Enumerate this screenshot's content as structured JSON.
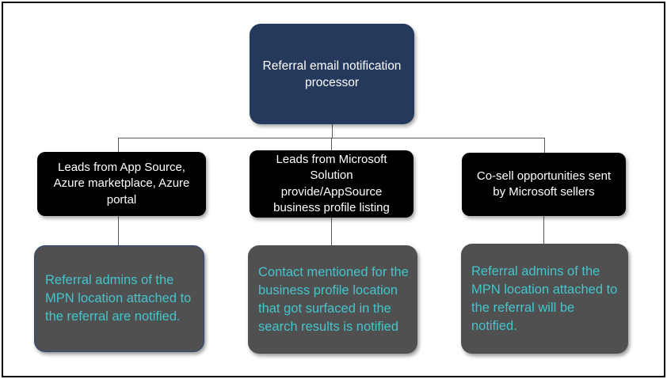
{
  "diagram": {
    "title_node": {
      "label": "Referral email notification\nprocessor"
    },
    "sources": [
      {
        "label": "Leads from App Source,\nAzure marketplace, Azure\nportal"
      },
      {
        "label": "Leads from Microsoft\nSolution\nprovide/AppSource\nbusiness profile listing"
      },
      {
        "label": "Co-sell opportunities sent\nby Microsoft sellers"
      }
    ],
    "outcomes": [
      {
        "label": "Referral admins of the\nMPN location attached to\nthe referral are notified."
      },
      {
        "label": "Contact mentioned for the\nbusiness profile location\nthat got surfaced in the\nsearch results is notified"
      },
      {
        "label": "Referral admins of the\nMPN location attached to\nthe referral will be notified."
      }
    ],
    "colors": {
      "root_bg": "#24395B",
      "source_bg": "#000000",
      "outcome_bg": "#505050",
      "outcome_text": "#45C4CB",
      "root_text": "#FFFFFF",
      "source_text": "#FFFFFF",
      "connector": "#595959",
      "frame_border": "#000000",
      "outcome_left_border": "#2E4B78"
    }
  }
}
